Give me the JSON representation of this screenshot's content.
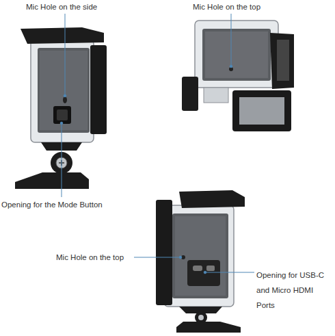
{
  "diagram": {
    "labels": [
      "Mic Hole on the side",
      "Mic Hole on the top",
      "Opening for the Mode Button",
      "Mic Hole on the top",
      "Opening for USB-C and Micro HDMI Ports"
    ]
  }
}
